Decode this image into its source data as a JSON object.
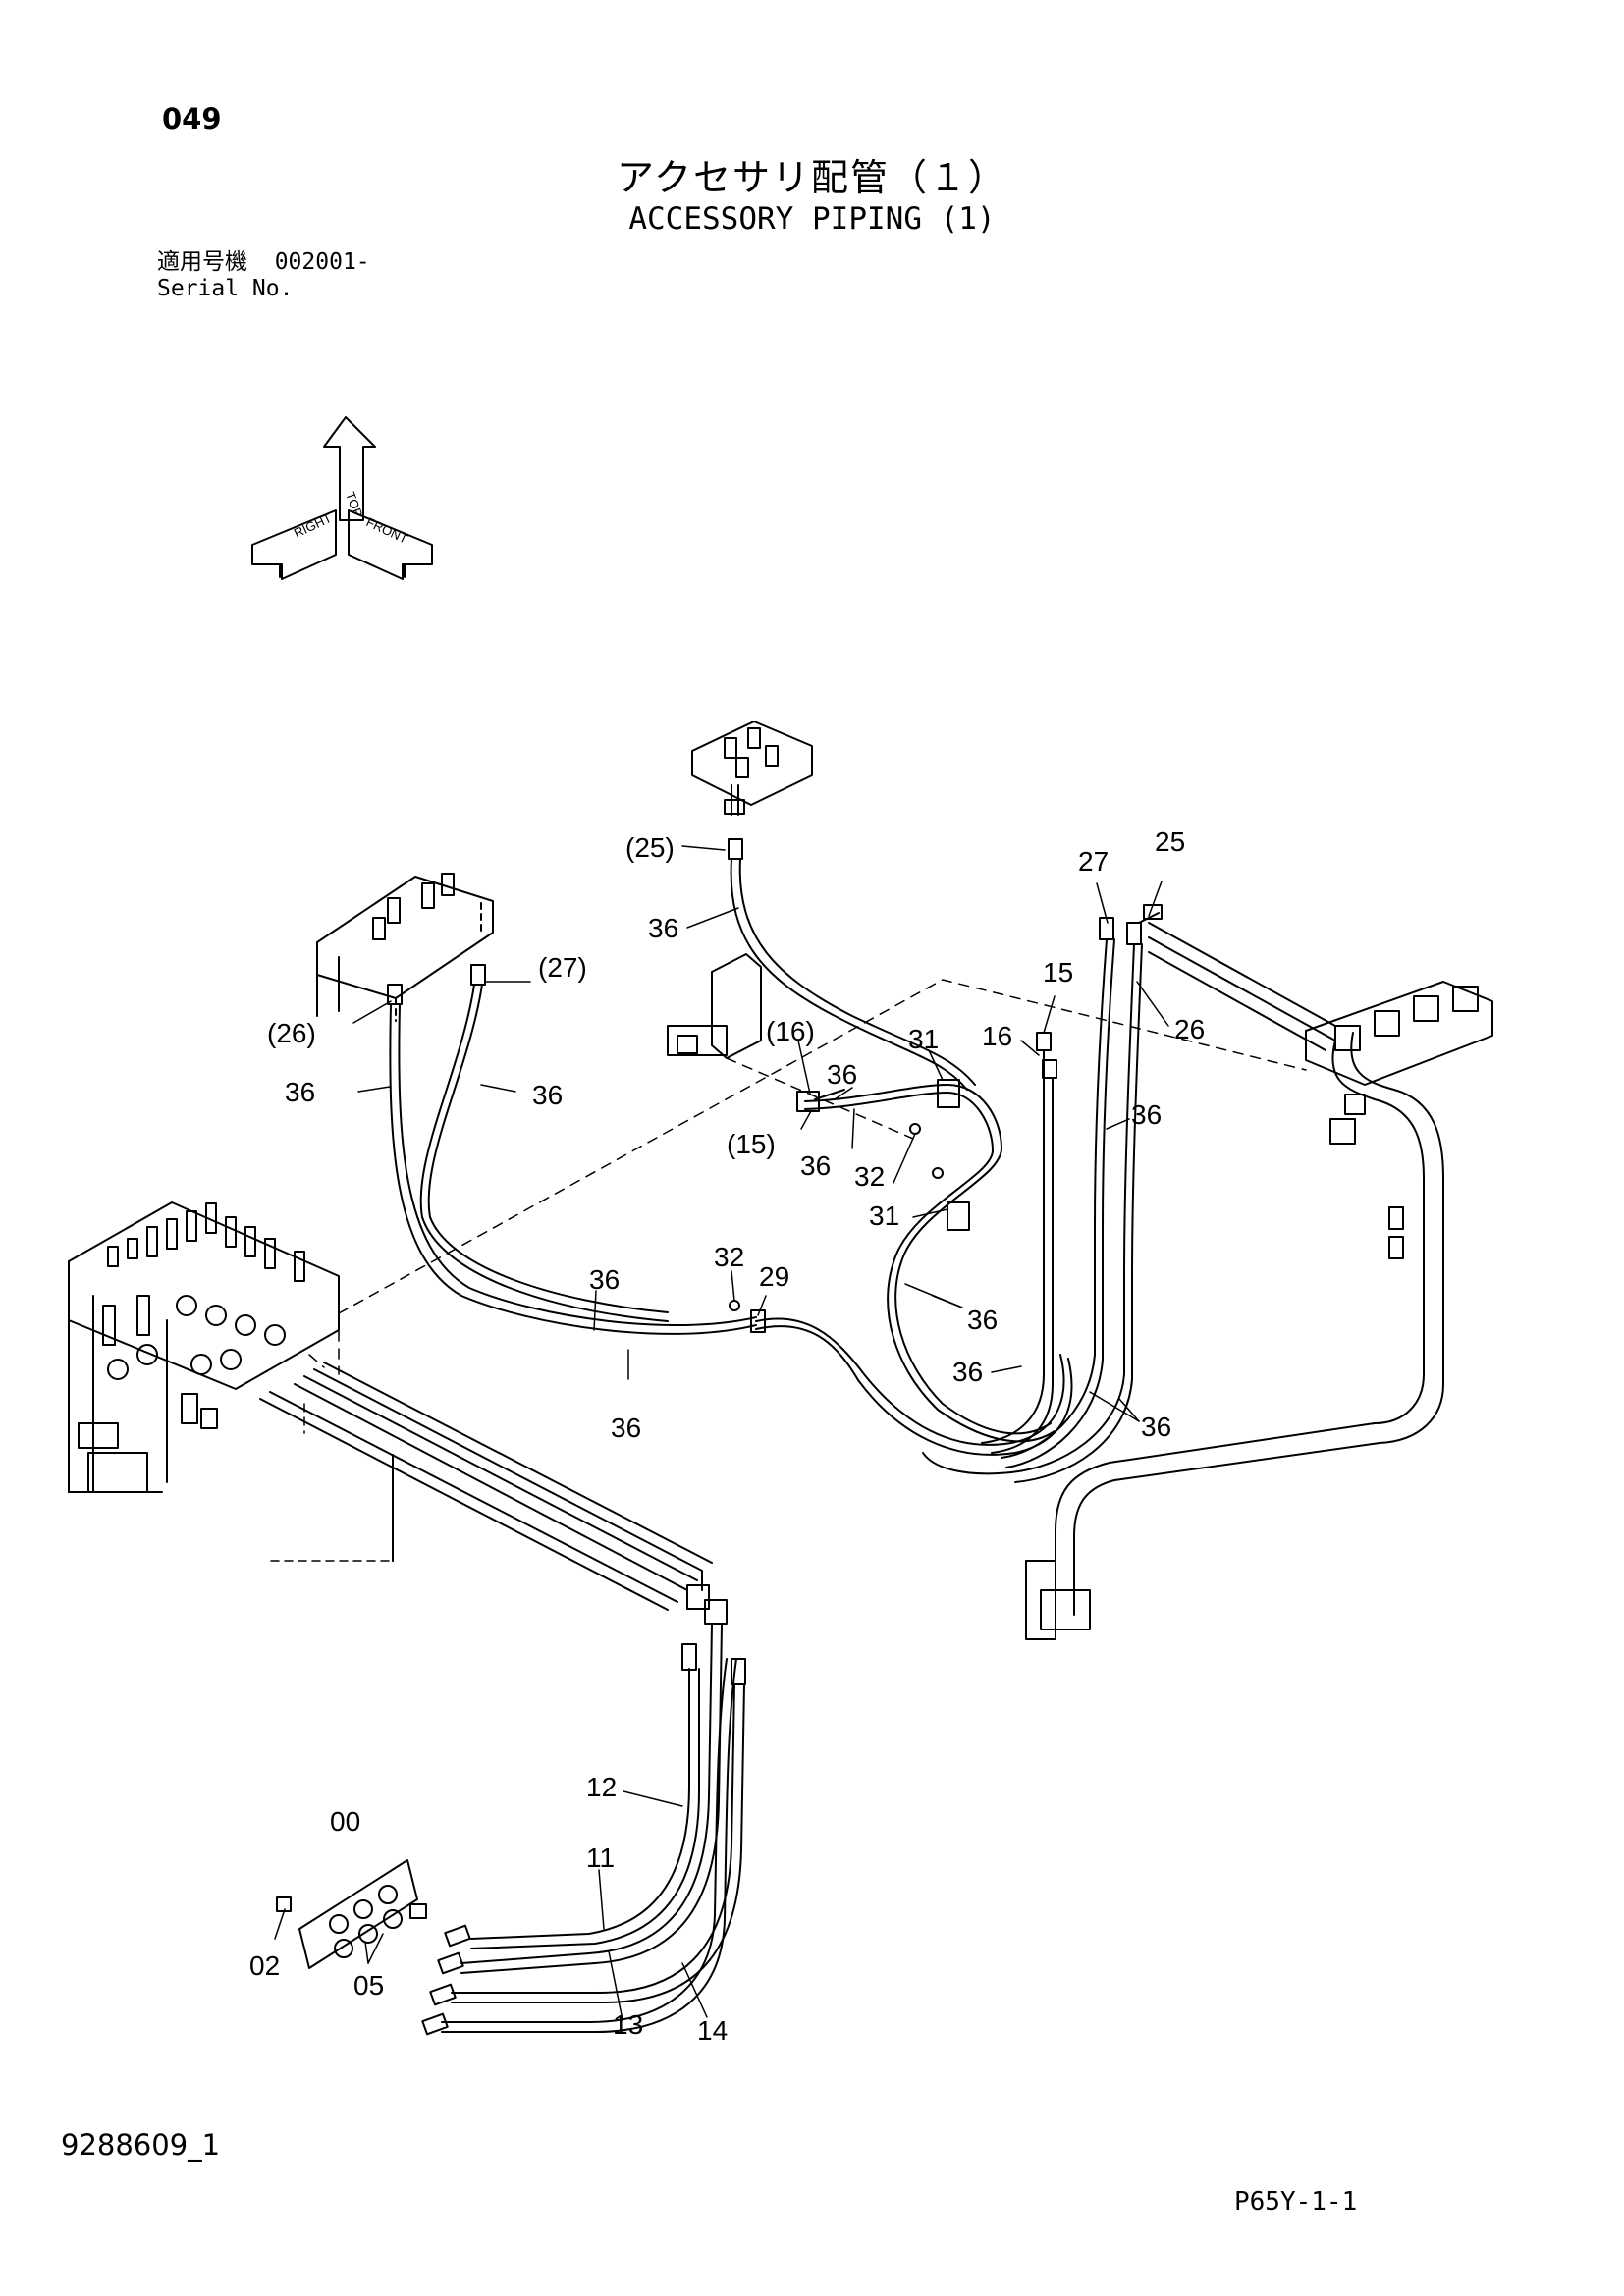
{
  "page_number": "049",
  "title_ja": "アクセサリ配管（１）",
  "title_en": "ACCESSORY PIPING (1)",
  "serial": {
    "label_ja": "適用号機",
    "value": "002001-",
    "label_en": "Serial No."
  },
  "orientation": {
    "top": "TOP",
    "right": "RIGHT",
    "front": "FRONT"
  },
  "callouts": {
    "c25_top": "(25)",
    "c36_a": "36",
    "c27": "27",
    "c25": "25",
    "c27_paren": "(27)",
    "c26_paren": "(26)",
    "c36_b": "36",
    "c36_c": "36",
    "c15": "15",
    "c16": "16",
    "c26": "26",
    "c16_paren": "(16)",
    "c36_d": "36",
    "c31_a": "31",
    "c36_e": "36",
    "c15_paren": "(15)",
    "c36_f": "36",
    "c32_a": "32",
    "c31_b": "31",
    "c32_b": "32",
    "c29": "29",
    "c36_g": "36",
    "c36_h": "36",
    "c36_i": "36",
    "c36_j": "36",
    "c36_k": "36",
    "c12": "12",
    "c00": "00",
    "c11": "11",
    "c02": "02",
    "c05": "05",
    "c13": "13",
    "c14": "14"
  },
  "doc_number": "9288609_1",
  "sheet_ref": "P65Y-1-1"
}
